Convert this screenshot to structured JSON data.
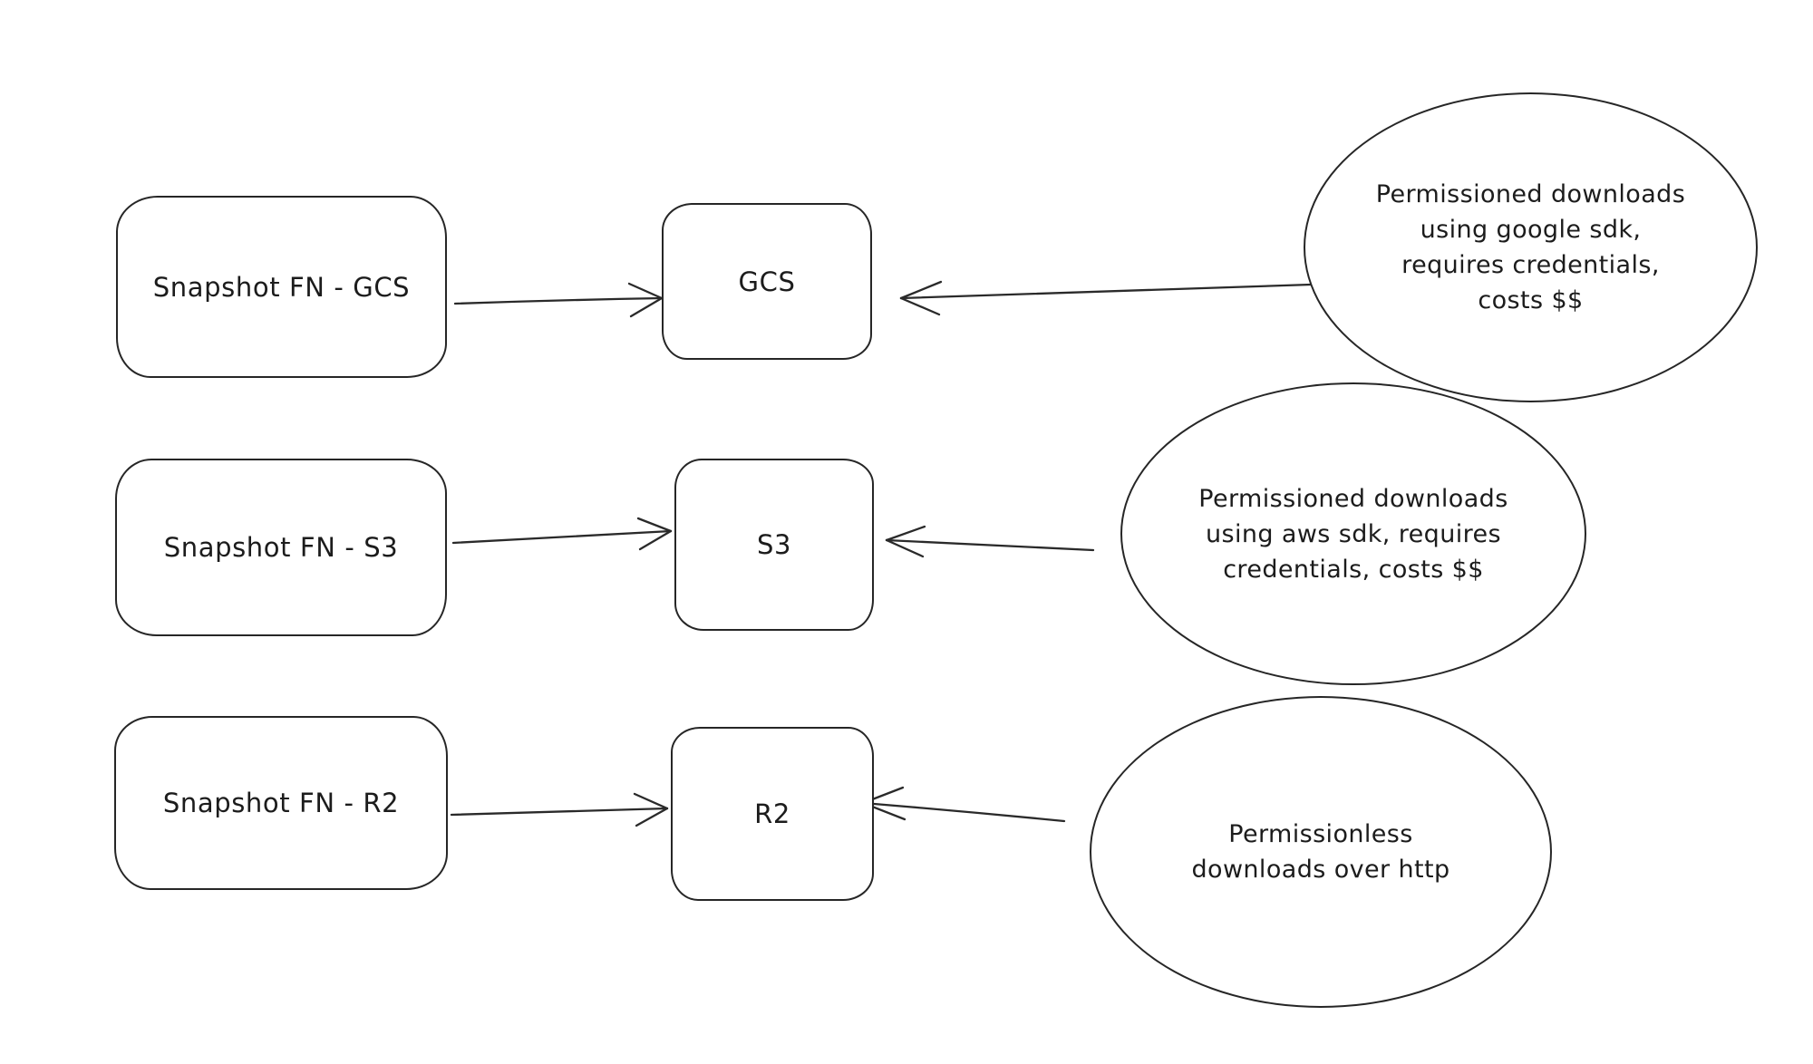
{
  "diagram": {
    "background_color": "#ffffff",
    "stroke_color": "#262626",
    "text_color": "#1c1c1c",
    "style": "hand-drawn sketch",
    "rows": [
      {
        "id": "gcs",
        "source_label": "Snapshot FN - GCS",
        "target_label": "GCS",
        "note_lines": [
          "Permissioned downloads",
          "using google sdk,",
          "requires credentials,",
          "costs $$"
        ]
      },
      {
        "id": "s3",
        "source_label": "Snapshot FN - S3",
        "target_label": "S3",
        "note_lines": [
          "Permissioned downloads",
          "using aws sdk, requires",
          "credentials, costs $$"
        ]
      },
      {
        "id": "r2",
        "source_label": "Snapshot FN - R2",
        "target_label": "R2",
        "note_lines": [
          "Permissionless",
          "downloads over http"
        ]
      }
    ]
  }
}
